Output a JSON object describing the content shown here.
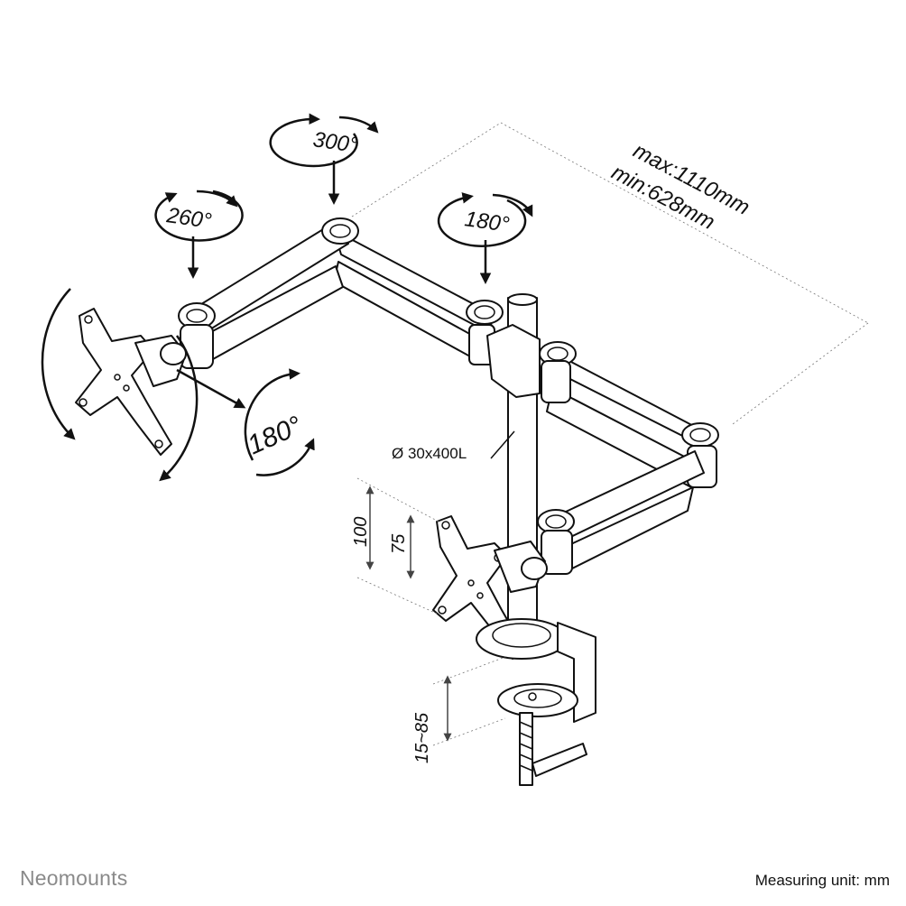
{
  "labels": {
    "rotation_top": "300°",
    "rotation_left": "260°",
    "rotation_mid": "180°",
    "rotation_tilt": "180°",
    "reach_max": "max:1110mm",
    "reach_min": "min:628mm",
    "pole": "Ø 30x400L",
    "vesa_100": "100",
    "vesa_75": "75",
    "desk_thickness": "15~85"
  },
  "footer": {
    "brand": "Neomounts",
    "unit": "Measuring unit: mm"
  },
  "colors": {
    "line": "#111111",
    "brand": "#8a8a8a",
    "dimension": "#777777"
  }
}
